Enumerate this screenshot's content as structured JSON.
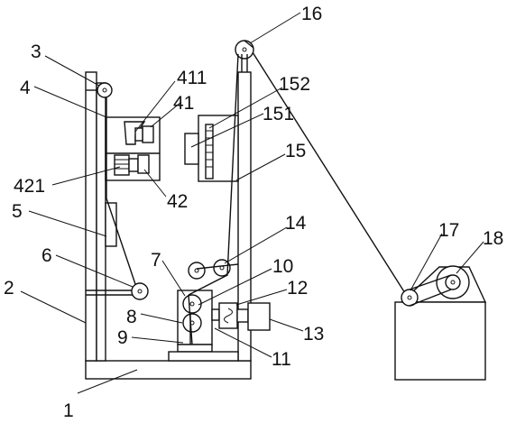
{
  "labels": {
    "l1": "1",
    "l2": "2",
    "l3": "3",
    "l4": "4",
    "l5": "5",
    "l6": "6",
    "l7": "7",
    "l8": "8",
    "l9": "9",
    "l10": "10",
    "l11": "11",
    "l12": "12",
    "l13": "13",
    "l14": "14",
    "l15": "15",
    "l16": "16",
    "l17": "17",
    "l18": "18",
    "l41": "41",
    "l42": "42",
    "l151": "151",
    "l152": "152",
    "l411": "411",
    "l421": "421"
  },
  "colors": {
    "stroke": "#111111",
    "background": "#ffffff"
  }
}
